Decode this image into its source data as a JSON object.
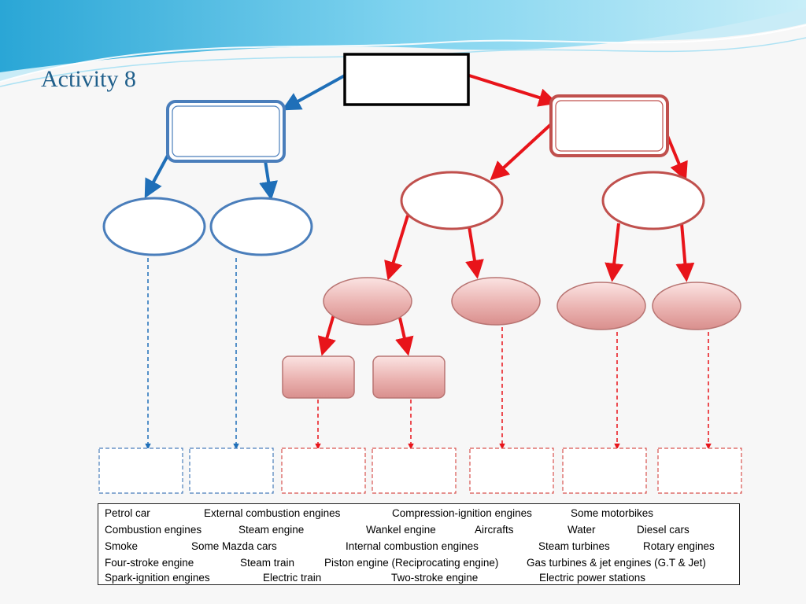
{
  "slide": {
    "title": "Activity 8"
  },
  "diagram": {
    "arrow_colors": {
      "left_branch": "#1f6fb8",
      "right_branch": "#e8141a"
    },
    "node_colors": {
      "blue_outline": "#4a7ebb",
      "red_outline": "#c0504d",
      "pink_fill": "#e8a9a8"
    }
  },
  "word_bank": {
    "rows": [
      [
        "Petrol car",
        "External combustion engines",
        "Compression-ignition engines",
        "Some motorbikes"
      ],
      [
        "Combustion engines",
        "Steam engine",
        "Wankel engine",
        "Aircrafts",
        "Water",
        "Diesel cars"
      ],
      [
        "Smoke",
        "Some Mazda cars",
        "Internal combustion engines",
        "Steam turbines",
        "Rotary engines"
      ],
      [
        "Four-stroke engine",
        "Steam train",
        "Piston engine (Reciprocating engine)",
        "Gas turbines & jet engines (G.T & Jet)"
      ],
      [
        "Spark-ignition engines",
        "Electric train",
        "Two-stroke engine",
        "Electric power stations"
      ]
    ]
  }
}
